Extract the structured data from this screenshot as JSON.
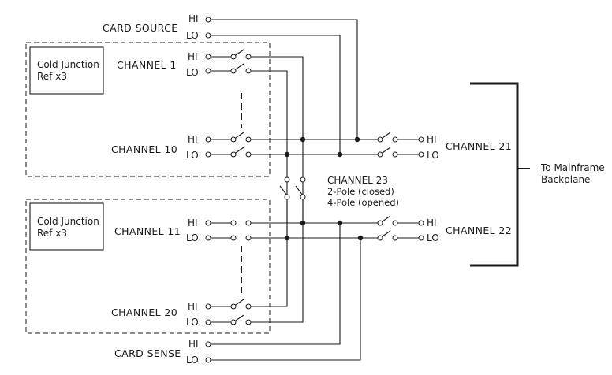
{
  "labels": {
    "card_source": "CARD SOURCE",
    "card_sense": "CARD SENSE",
    "ch1": "CHANNEL 1",
    "ch10": "CHANNEL 10",
    "ch11": "CHANNEL 11",
    "ch20": "CHANNEL 20",
    "ch21": "CHANNEL 21",
    "ch22": "CHANNEL 22",
    "ch23": "CHANNEL 23",
    "ch23_note1": "2-Pole (closed)",
    "ch23_note2": "4-Pole (opened)",
    "hi": "HI",
    "lo": "LO",
    "cj_line1": "Cold Junction",
    "cj_line2": "Ref x3",
    "backplane_line1": "To Mainframe",
    "backplane_line2": "Backplane"
  }
}
